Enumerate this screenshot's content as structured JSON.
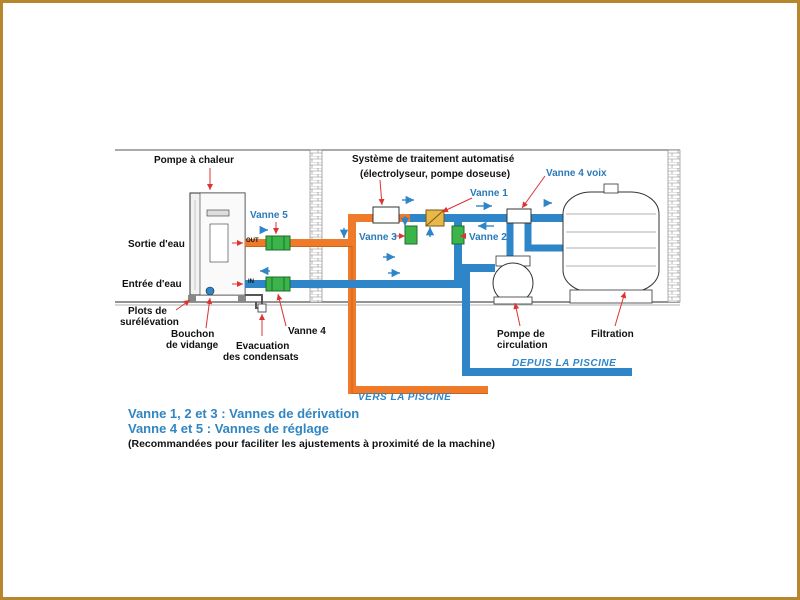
{
  "colors": {
    "hot_pipe": "#ef7a2a",
    "cold_pipe": "#2e86c8",
    "valve": "#3bb54a",
    "frame": "#b8862c",
    "legend_text": "#2f86c3"
  },
  "labels": {
    "heat_pump": "Pompe à chaleur",
    "water_out": "Sortie d'eau",
    "water_in": "Entrée d'eau",
    "feet": "Plots de",
    "feet_2": "surélévation",
    "drain": "Bouchon",
    "drain_2": "de vidange",
    "condensate": "Evacuation",
    "condensate_2": "des condensats",
    "treatment": "Système de traitement automatisé",
    "treatment_2": "(électrolyseur, pompe doseuse)",
    "pump": "Pompe de",
    "pump_2": "circulation",
    "filtration": "Filtration",
    "out_tag": "OUT",
    "in_tag": "IN"
  },
  "valves": {
    "v1": "Vanne 1",
    "v2": "Vanne 2",
    "v3": "Vanne 3",
    "v4": "Vanne 4",
    "v5": "Vanne 5",
    "v4way": "Vanne 4 voix"
  },
  "flows": {
    "to_pool": "VERS LA PISCINE",
    "from_pool": "DEPUIS LA PISCINE"
  },
  "legend": {
    "line1": "Vanne 1, 2 et 3 : Vannes de dérivation",
    "line2": "Vanne 4 et 5 : Vannes de réglage",
    "line3": "(Recommandées pour faciliter les ajustements à proximité de la machine)"
  }
}
